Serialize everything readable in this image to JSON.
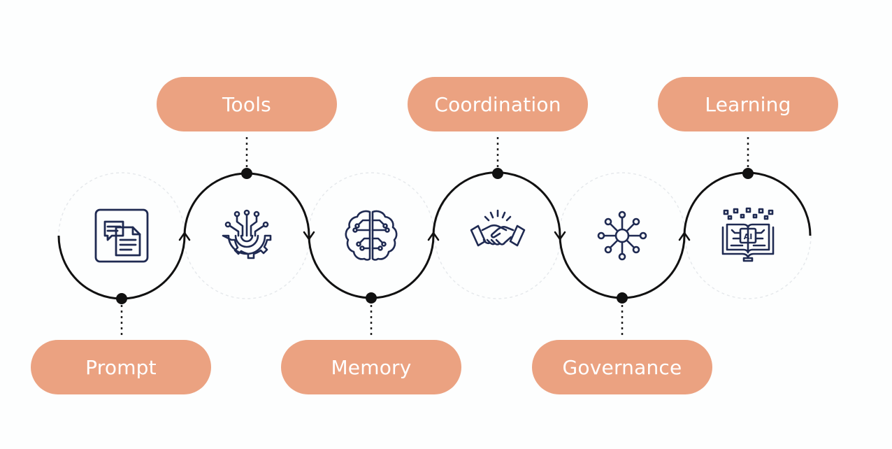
{
  "steps": [
    {
      "label": "Prompt",
      "icon": "document-chat-icon"
    },
    {
      "label": "Tools",
      "icon": "circuit-gear-icon"
    },
    {
      "label": "Memory",
      "icon": "brain-circuit-icon"
    },
    {
      "label": "Coordination",
      "icon": "handshake-icon"
    },
    {
      "label": "Governance",
      "icon": "network-nodes-icon"
    },
    {
      "label": "Learning",
      "icon": "ai-book-icon"
    }
  ],
  "colors": {
    "pill": "#eba281",
    "pill_text": "#ffffff",
    "line": "#111111",
    "icon": "#1f2a52",
    "ghost_circle": "#e6e9ec"
  }
}
